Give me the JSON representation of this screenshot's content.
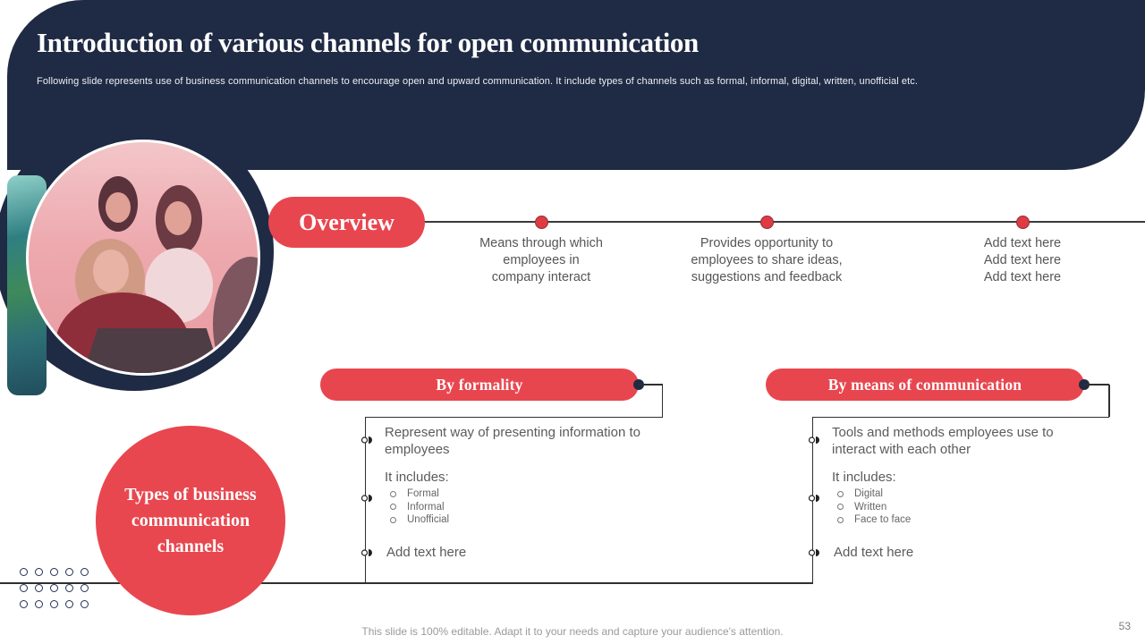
{
  "slide": {
    "title": "Introduction of various channels for open communication",
    "subtitle": "Following slide represents use of business communication channels to encourage open and upward communication. It include types of channels such as formal, informal, digital, written, unofficial etc.",
    "footer_note": "This slide is 100% editable. Adapt it to your needs and capture your audience's attention.",
    "page_number": "53"
  },
  "colors": {
    "navy": "#1f2a44",
    "red": "#e8464f",
    "body_text": "#5b5b5b",
    "line": "#2f2f2f"
  },
  "overview": {
    "label": "Overview",
    "points": [
      {
        "text": "Means through which\nemployees in\ncompany interact"
      },
      {
        "text": "Provides opportunity to\nemployees to share ideas,\nsuggestions and feedback"
      },
      {
        "text": "Add text here\nAdd text here\nAdd text here"
      }
    ]
  },
  "branches": [
    {
      "title": "By formality",
      "description": "Represent way of presenting information to employees",
      "includes_label": "It includes:",
      "items": [
        "Formal",
        "Informal",
        "Unofficial"
      ],
      "add_text": "Add text here"
    },
    {
      "title": "By means of communication",
      "description": "Tools and methods employees use to interact with each other",
      "includes_label": "It includes:",
      "items": [
        "Digital",
        "Written",
        "Face to face"
      ],
      "add_text": "Add text here"
    }
  ],
  "center_circle": {
    "text": "Types of business\ncommunication\nchannels"
  }
}
